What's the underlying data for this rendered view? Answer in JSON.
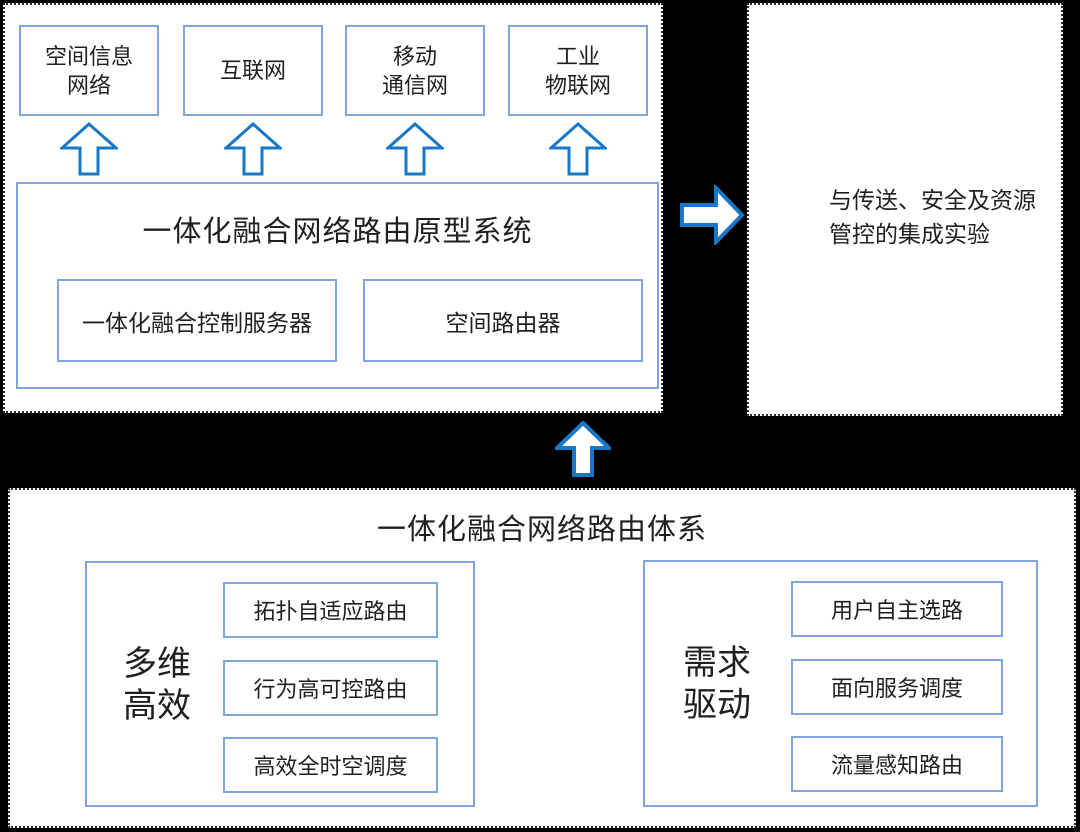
{
  "colors": {
    "background": "#000000",
    "panel_background": "#ffffff",
    "box_border": "#7ea6d9",
    "arrow_outline": "#1878c8",
    "dotted_border": "#2e2e2e",
    "text": "#1f1f1f"
  },
  "top_panel": {
    "networks": [
      "空间信息\n网络",
      "互联网",
      "移动\n通信网",
      "工业\n物联网"
    ],
    "prototype": {
      "title": "一体化融合网络路由原型系统",
      "components": [
        "一体化融合控制服务器",
        "空间路由器"
      ]
    }
  },
  "right_panel": {
    "text": "与传送、安全及资源\n管控的集成实验"
  },
  "bottom_panel": {
    "title": "一体化融合网络路由体系",
    "groups": [
      {
        "label": "多维\n高效",
        "items": [
          "拓扑自适应路由",
          "行为高可控路由",
          "高效全时空调度"
        ]
      },
      {
        "label": "需求\n驱动",
        "items": [
          "用户自主选路",
          "面向服务调度",
          "流量感知路由"
        ]
      }
    ]
  },
  "icons": {
    "up_arrow_small": "up-block-arrow",
    "up_arrow_large": "up-block-arrow",
    "right_arrow": "right-block-arrow"
  }
}
